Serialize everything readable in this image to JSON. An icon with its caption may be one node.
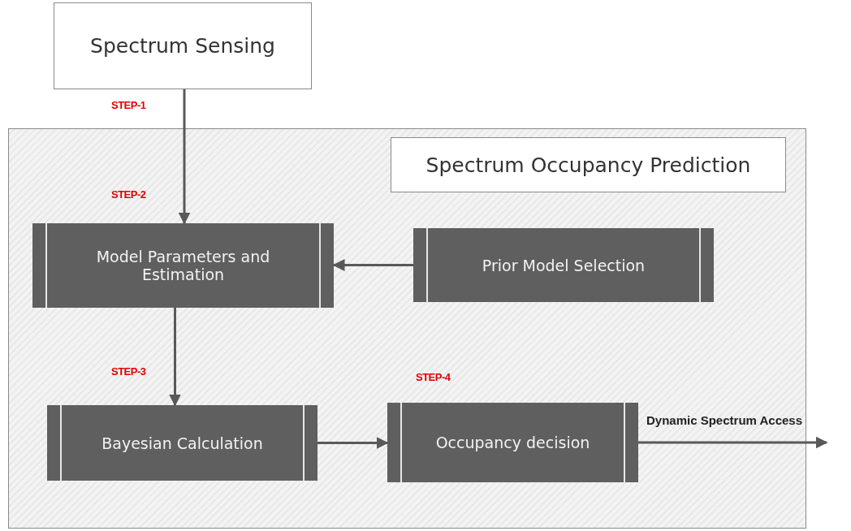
{
  "diagram": {
    "nodes": [
      {
        "text": [
          "Spectrum Sensing"
        ]
      },
      {
        "text": [],
        "shape": "box"
      },
      {
        "text": [
          "Spectrum Occupancy Prediction"
        ],
        "in": 1
      },
      {
        "text": [
          "Model Parameters and Estimation"
        ],
        "in": 1
      },
      {
        "text": [
          "Prior Model Selection"
        ],
        "in": 1
      },
      {
        "text": [
          "Bayesian Calculation"
        ],
        "in": 1
      },
      {
        "text": [
          "Occupancy decision"
        ],
        "in": 1
      }
    ],
    "edges": [
      {
        "from": 0,
        "to": 3,
        "arrow": "to"
      },
      {
        "from": 4,
        "to": 3,
        "arrow": "to"
      },
      {
        "from": 3,
        "to": 5,
        "arrow": "to"
      },
      {
        "from": 5,
        "to": 6,
        "arrow": "to"
      },
      {
        "from": 6,
        "to": null,
        "arrow": "to",
        "label": "Dynamic Spectrum Access"
      }
    ],
    "labels": [
      "STEP-1",
      "STEP-2",
      "STEP-3",
      "STEP-4"
    ]
  }
}
